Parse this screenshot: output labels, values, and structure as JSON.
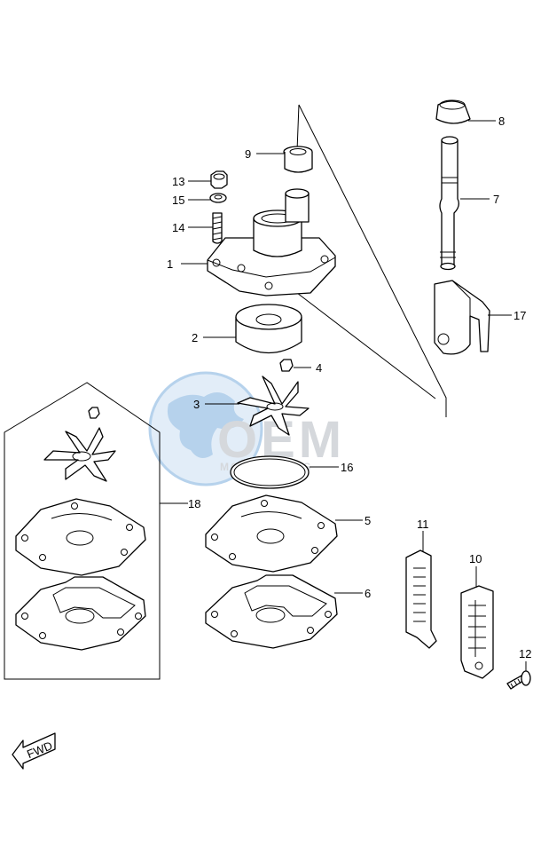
{
  "callouts": {
    "c1": "1",
    "c2": "2",
    "c3": "3",
    "c4": "4",
    "c5": "5",
    "c6": "6",
    "c7": "7",
    "c8": "8",
    "c9": "9",
    "c10": "10",
    "c11": "11",
    "c12": "12",
    "c13": "13",
    "c14": "14",
    "c15": "15",
    "c16": "16",
    "c17": "17",
    "c18": "18"
  },
  "watermark": {
    "brand": "OEM",
    "sub": "MOTORPARTS"
  },
  "fwd_label": "FWD",
  "colors": {
    "line": "#000000",
    "watermark_blue": "#9ec3e6",
    "watermark_gray": "#c8ccd1"
  }
}
